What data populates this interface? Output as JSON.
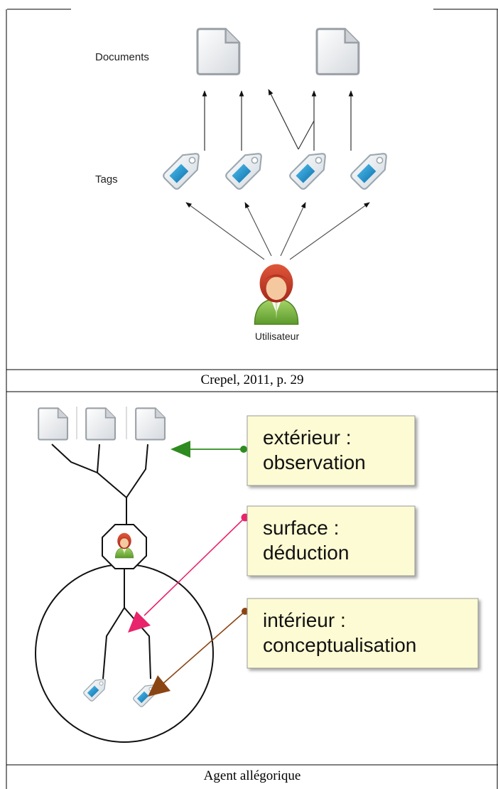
{
  "figure_top": {
    "row_labels": {
      "documents": "Documents",
      "tags": "Tags"
    },
    "user_label": "Utilisateur",
    "caption": "Crepel, 2011, p. 29"
  },
  "figure_bottom": {
    "callouts": [
      {
        "line1": "extérieur :",
        "line2": "observation",
        "color": "#2e8b1f"
      },
      {
        "line1": "surface :",
        "line2": "déduction",
        "color": "#e8246c"
      },
      {
        "line1": "intérieur :",
        "line2": "conceptualisation",
        "color": "#8b4513"
      }
    ],
    "caption": "Agent allégorique"
  },
  "colors": {
    "callout_fill": "#fdfbd3",
    "doc_fill": "#e9ecef",
    "tag_blue": "#1f8fd0"
  }
}
